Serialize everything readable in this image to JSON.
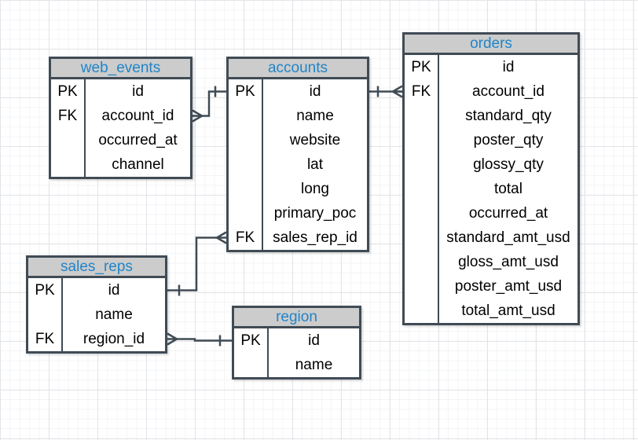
{
  "diagram": {
    "type": "entity-relationship-diagram",
    "notation": "crows-foot",
    "colors": {
      "border": "#404b55",
      "header_bg": "#cccccc",
      "header_text": "#2185c8",
      "attr_text": "#000000",
      "grid_minor": "#f3f4f6",
      "grid_major": "#e3e4e8",
      "canvas_bg": "#ffffff"
    },
    "tables": [
      {
        "name": "web_events",
        "rows": [
          {
            "key": "PK",
            "attr": "id"
          },
          {
            "key": "FK",
            "attr": "account_id"
          },
          {
            "key": "",
            "attr": "occurred_at"
          },
          {
            "key": "",
            "attr": "channel"
          }
        ]
      },
      {
        "name": "accounts",
        "rows": [
          {
            "key": "PK",
            "attr": "id"
          },
          {
            "key": "",
            "attr": "name"
          },
          {
            "key": "",
            "attr": "website"
          },
          {
            "key": "",
            "attr": "lat"
          },
          {
            "key": "",
            "attr": "long"
          },
          {
            "key": "",
            "attr": "primary_poc"
          },
          {
            "key": "FK",
            "attr": "sales_rep_id"
          }
        ]
      },
      {
        "name": "orders",
        "rows": [
          {
            "key": "PK",
            "attr": "id"
          },
          {
            "key": "FK",
            "attr": "account_id"
          },
          {
            "key": "",
            "attr": "standard_qty"
          },
          {
            "key": "",
            "attr": "poster_qty"
          },
          {
            "key": "",
            "attr": "glossy_qty"
          },
          {
            "key": "",
            "attr": "total"
          },
          {
            "key": "",
            "attr": "occurred_at"
          },
          {
            "key": "",
            "attr": "standard_amt_usd"
          },
          {
            "key": "",
            "attr": "gloss_amt_usd"
          },
          {
            "key": "",
            "attr": "poster_amt_usd"
          },
          {
            "key": "",
            "attr": "total_amt_usd"
          }
        ]
      },
      {
        "name": "sales_reps",
        "rows": [
          {
            "key": "PK",
            "attr": "id"
          },
          {
            "key": "",
            "attr": "name"
          },
          {
            "key": "FK",
            "attr": "region_id"
          }
        ]
      },
      {
        "name": "region",
        "rows": [
          {
            "key": "PK",
            "attr": "id"
          },
          {
            "key": "",
            "attr": "name"
          }
        ]
      }
    ],
    "relationships": [
      {
        "from": "web_events.account_id",
        "from_cardinality": "many",
        "to": "accounts.id",
        "to_cardinality": "one"
      },
      {
        "from": "orders.account_id",
        "from_cardinality": "many",
        "to": "accounts.id",
        "to_cardinality": "one"
      },
      {
        "from": "accounts.sales_rep_id",
        "from_cardinality": "many",
        "to": "sales_reps.id",
        "to_cardinality": "one"
      },
      {
        "from": "sales_reps.region_id",
        "from_cardinality": "many",
        "to": "region.id",
        "to_cardinality": "one"
      }
    ]
  }
}
